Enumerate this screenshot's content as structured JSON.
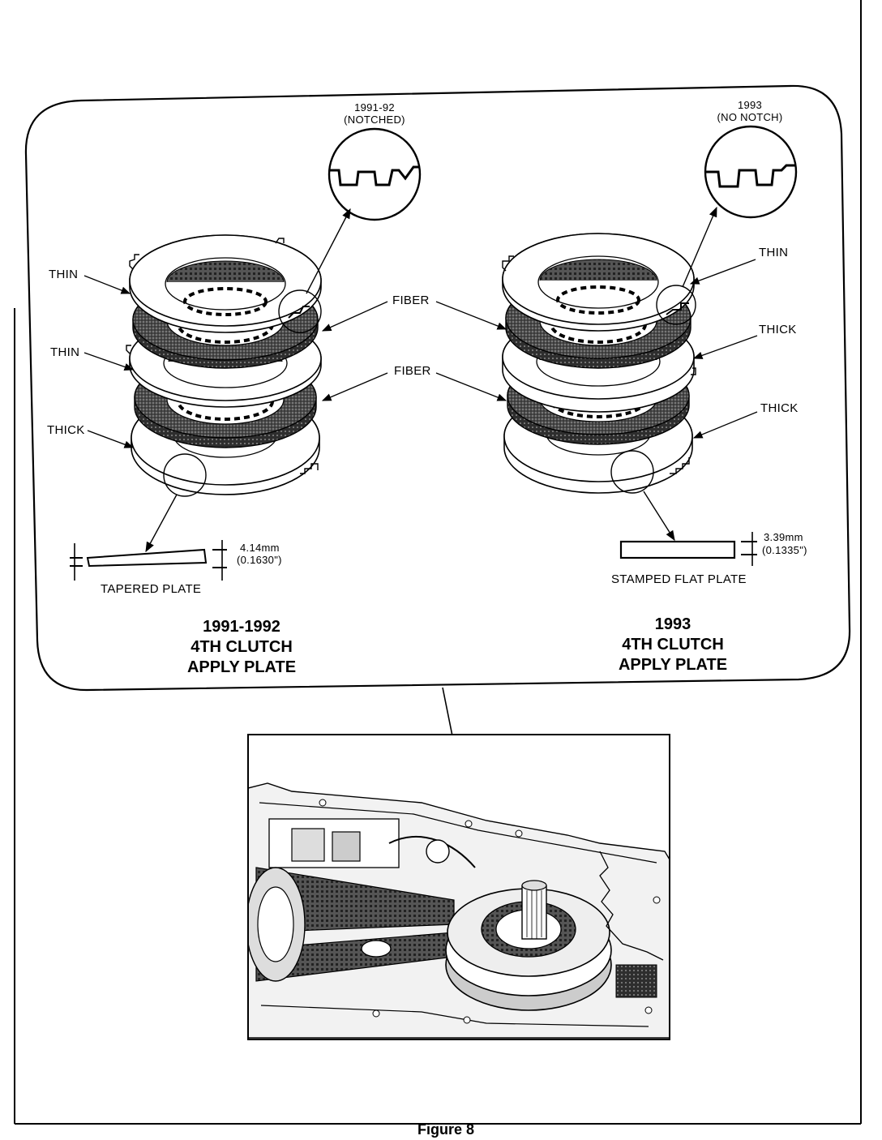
{
  "left_panel": {
    "detail_year": "1991-92",
    "detail_note": "(NOTCHED)",
    "labels": {
      "thin1": "THIN",
      "thin2": "THIN",
      "thick": "THICK"
    },
    "fiber_label": "FIBER",
    "dim_mm": "4.14mm",
    "dim_in": "(0.1630\")",
    "plate_label": "TAPERED PLATE",
    "caption_line1": "1991-1992",
    "caption_line2": "4TH CLUTCH",
    "caption_line3": "APPLY PLATE"
  },
  "right_panel": {
    "detail_year": "1993",
    "detail_note": "(NO NOTCH)",
    "labels": {
      "thin": "THIN",
      "thick1": "THICK",
      "thick2": "THICK"
    },
    "fiber_label": "FIBER",
    "dim_mm": "3.39mm",
    "dim_in": "(0.1335\")",
    "plate_label": "STAMPED FLAT PLATE",
    "caption_line1": "1993",
    "caption_line2": "4TH CLUTCH",
    "caption_line3": "APPLY PLATE"
  },
  "figure_label": "Figure 8"
}
